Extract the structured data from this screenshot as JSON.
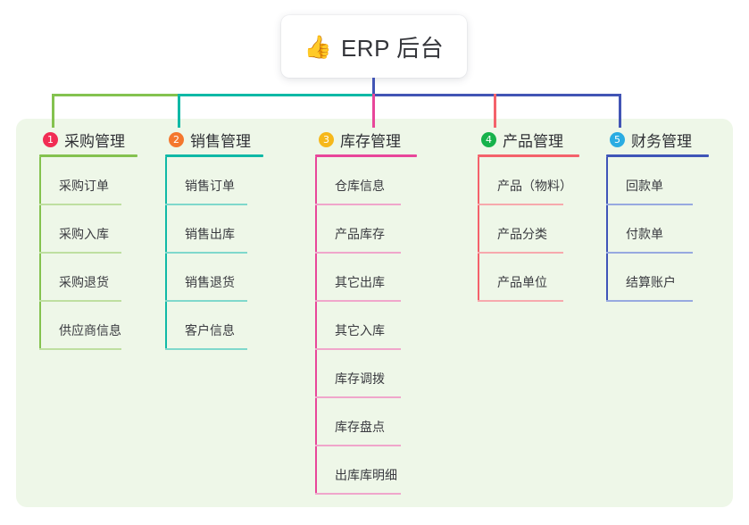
{
  "root": {
    "icon": "thumbs-up-icon",
    "emoji": "👍",
    "title": "ERP 后台"
  },
  "colors": {
    "panel_background": "#eef7e8",
    "root_stem": "#4255b5",
    "bus_green": "#7cb342",
    "bus_teal": "#14b8a6",
    "bus_indigo": "#4255b5"
  },
  "columns": [
    {
      "number": "1",
      "title": "采购管理",
      "badge_color": "#f12d54",
      "rule_color": "#84c24f",
      "leaf_rule_color": "#bedfa0",
      "stub_color": "#84c24f",
      "items": [
        "采购订单",
        "采购入库",
        "采购退货",
        "供应商信息"
      ]
    },
    {
      "number": "2",
      "title": "销售管理",
      "badge_color": "#f4772e",
      "rule_color": "#0fb9a6",
      "leaf_rule_color": "#7fd8cc",
      "stub_color": "#0fb9a6",
      "items": [
        "销售订单",
        "销售出库",
        "销售退货",
        "客户信息"
      ]
    },
    {
      "number": "3",
      "title": "库存管理",
      "badge_color": "#f6b81b",
      "rule_color": "#e8469a",
      "leaf_rule_color": "#f0a6cb",
      "stub_color": "#e8469a",
      "items": [
        "仓库信息",
        "产品库存",
        "其它出库",
        "其它入库",
        "库存调拨",
        "库存盘点",
        "出库库明细"
      ]
    },
    {
      "number": "4",
      "title": "产品管理",
      "badge_color": "#16b24b",
      "rule_color": "#f4626b",
      "leaf_rule_color": "#f7a9ad",
      "stub_color": "#f4626b",
      "items": [
        "产品（物料）",
        "产品分类",
        "产品单位"
      ]
    },
    {
      "number": "5",
      "title": "财务管理",
      "badge_color": "#2aace2",
      "rule_color": "#3f55b8",
      "leaf_rule_color": "#97a9e0",
      "stub_color": "#7c91d6",
      "items": [
        "回款单",
        "付款单",
        "结算账户"
      ]
    }
  ]
}
